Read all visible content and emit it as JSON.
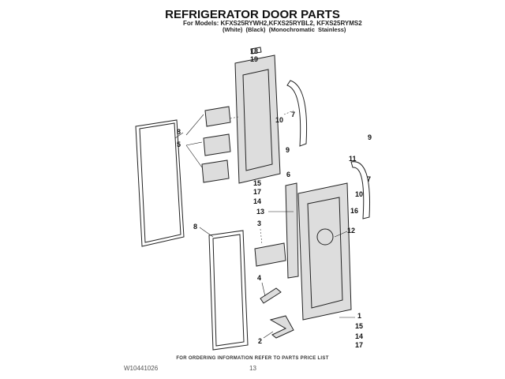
{
  "header": {
    "title": "REFRIGERATOR DOOR PARTS",
    "models": "For Models: KFXS25RYWH2,KFXS25RYBL2, KFXS25RYMS2",
    "variants": "(White)      (Black)  (Monochromatic Stainless)"
  },
  "footer": {
    "ordering": "FOR ORDERING INFORMATION REFER TO PARTS PRICE LIST",
    "part_number": "W10441026",
    "page": "13"
  },
  "callouts": [
    "18",
    "19",
    "8",
    "5",
    "10",
    "7",
    "9",
    "15",
    "17",
    "14",
    "6",
    "13",
    "9",
    "11",
    "7",
    "10",
    "16",
    "12",
    "8",
    "3",
    "4",
    "2",
    "1",
    "15",
    "14",
    "17"
  ]
}
